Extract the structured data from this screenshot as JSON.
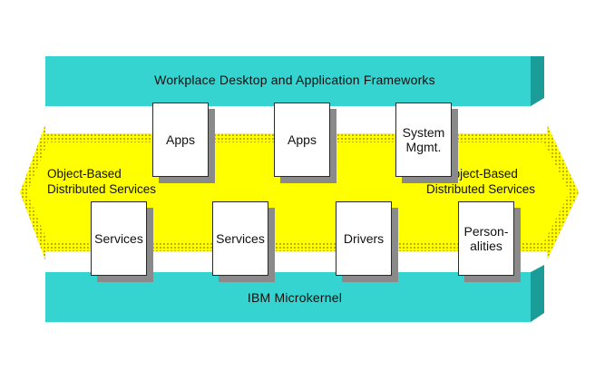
{
  "diagram": {
    "top_band": {
      "label": "Workplace Desktop and Application Frameworks"
    },
    "bottom_band": {
      "label": "IBM Microkernel"
    },
    "arrow": {
      "left_label": "Object-Based\nDistributed Services",
      "right_label": "Object-Based\nDistributed Services"
    },
    "top_boxes": [
      {
        "label": "Apps"
      },
      {
        "label": "Apps"
      },
      {
        "label": "System\nMgmt."
      }
    ],
    "bottom_boxes": [
      {
        "label": "Services"
      },
      {
        "label": "Services"
      },
      {
        "label": "Drivers"
      },
      {
        "label": "Person-\nalities"
      }
    ],
    "colors": {
      "band": "#35d4d0",
      "band_dark": "#1b9c98",
      "arrow": "#ffff00",
      "arrow_stipple": "#c6b200",
      "box_shadow": "#8a8a8a"
    }
  }
}
